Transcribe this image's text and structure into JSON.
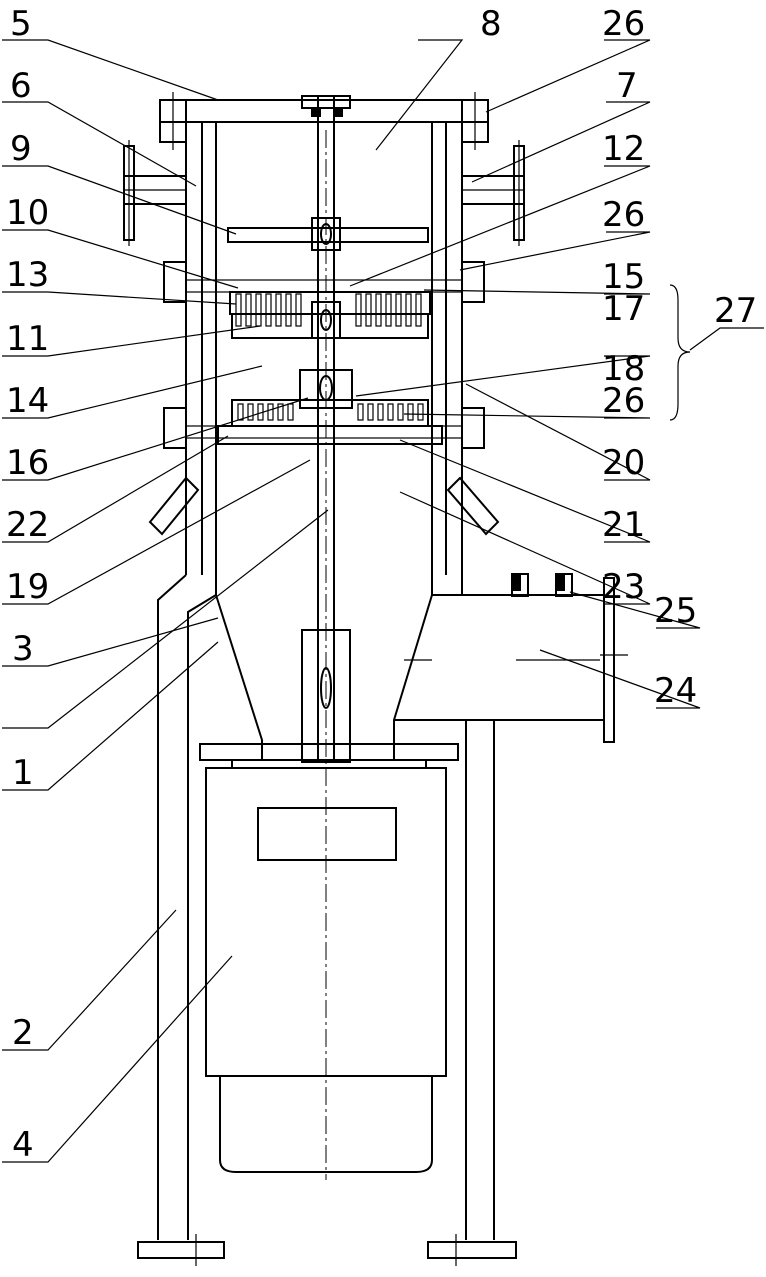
{
  "labels": {
    "l1": "1",
    "l2": "2",
    "l3": "3",
    "l4": "4",
    "l5": "5",
    "l6": "6",
    "l7": "7",
    "l8": "8",
    "l9": "9",
    "l10": "10",
    "l11": "11",
    "l12": "12",
    "l13": "13",
    "l14": "14",
    "l15": "15",
    "l16": "16",
    "l17": "17",
    "l18": "18",
    "l19": "19",
    "l20": "20",
    "l21": "21",
    "l22": "22",
    "l23": "23",
    "l24": "24",
    "l25": "25",
    "l26a": "26",
    "l26b": "26",
    "l26c": "26",
    "l27": "27"
  }
}
